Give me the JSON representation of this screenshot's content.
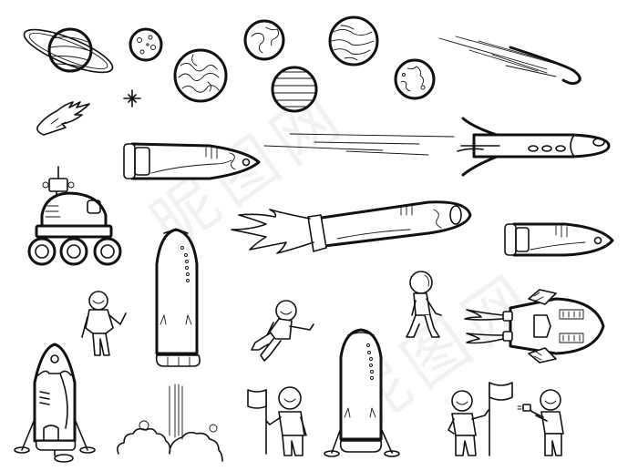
{
  "illustration": {
    "title": "Space doodle set",
    "background": "#ffffff",
    "ink_color": "#111111",
    "watermark": "昵图网",
    "objects": [
      {
        "id": "saturn",
        "label": "ringed planet"
      },
      {
        "id": "moon-cratered",
        "label": "cratered moon"
      },
      {
        "id": "planet-swirl",
        "label": "swirl planet"
      },
      {
        "id": "earth",
        "label": "earth"
      },
      {
        "id": "planet-striped",
        "label": "striped planet"
      },
      {
        "id": "jupiter",
        "label": "wood-grain planet"
      },
      {
        "id": "moon-spotted",
        "label": "spotted moon"
      },
      {
        "id": "comet-large",
        "label": "comet"
      },
      {
        "id": "comet-small",
        "label": "flaming meteor"
      },
      {
        "id": "star",
        "label": "sparkle star"
      },
      {
        "id": "shuttle-1",
        "label": "space shuttle"
      },
      {
        "id": "shuttle-2",
        "label": "space shuttle"
      },
      {
        "id": "rocket-winged",
        "label": "winged rocket"
      },
      {
        "id": "shuttle-flaming",
        "label": "shuttle with flames"
      },
      {
        "id": "rover",
        "label": "moon rover"
      },
      {
        "id": "rocket-tall",
        "label": "tall rocket"
      },
      {
        "id": "rocket-launch",
        "label": "rocket launch smoke"
      },
      {
        "id": "lander",
        "label": "landing module"
      },
      {
        "id": "rocket-landed",
        "label": "landed rocket"
      },
      {
        "id": "spaceship",
        "label": "spaceship with flames"
      },
      {
        "id": "astronaut-waving",
        "label": "waving astronaut"
      },
      {
        "id": "astronaut-floating",
        "label": "floating astronaut"
      },
      {
        "id": "astronaut-walking",
        "label": "walking astronaut"
      },
      {
        "id": "astronaut-flag",
        "label": "astronaut with flag"
      },
      {
        "id": "astronaut-flag-2",
        "label": "astronaut with flag"
      },
      {
        "id": "astronaut-camera",
        "label": "astronaut with camera"
      }
    ]
  }
}
